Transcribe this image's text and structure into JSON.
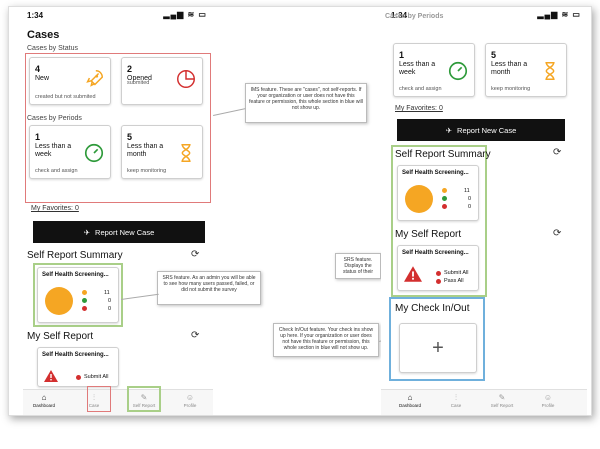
{
  "left": {
    "time": "1:34",
    "status_icons": "▂▄▆ ≋ ▭",
    "cases_title": "Cases",
    "by_status_label": "Cases by Status",
    "status_cards": [
      {
        "num": "4",
        "label": "New",
        "desc": "created but not submited"
      },
      {
        "num": "2",
        "label": "Opened",
        "desc": "submited"
      }
    ],
    "by_periods_label": "Cases by Periods",
    "period_cards": [
      {
        "num": "1",
        "label": "Less than a week",
        "desc": "check and assign"
      },
      {
        "num": "5",
        "label": "Less than a month",
        "desc": "keep monitoring"
      }
    ],
    "favorites": "My Favorites: 0",
    "report_button": "Report New Case",
    "self_report_summary": "Self Report Summary",
    "summary_card_title": "Self Health Screening...",
    "summary_values": [
      "11",
      "0",
      "0"
    ],
    "my_self_report": "My Self Report",
    "my_card_title": "Self Health Screening...",
    "my_card_status": "Submit All",
    "tabs": [
      "Dashboard",
      "Case",
      "Self Report",
      "Profile"
    ]
  },
  "right": {
    "time": "1:34",
    "header_partial": "Cases by Periods",
    "period_cards": [
      {
        "num": "1",
        "label": "Less than a week",
        "desc": "check and assign"
      },
      {
        "num": "5",
        "label": "Less than a month",
        "desc": "keep monitoring"
      }
    ],
    "favorites": "My Favorites: 0",
    "report_button": "Report New Case",
    "self_report_summary": "Self Report Summary",
    "summary_card_title": "Self Health Screening...",
    "summary_values": [
      "11",
      "0",
      "0"
    ],
    "my_self_report": "My Self Report",
    "my_card_title": "Self Health Screening...",
    "my_card_statuses": [
      "Submit All",
      "Pass All"
    ],
    "check_title": "My Check In/Out",
    "tabs": [
      "Dashboard",
      "Case",
      "Self Report",
      "Profile"
    ]
  },
  "callouts": {
    "ims": "IMS feature. These are \"cases\", not self-reports. If your organization or user does not have this feature or permission, this whole section in blue will not show up.",
    "srs_admin": "SRS feature. As an admin you will be able to see how many users passed, failed, or did not submit the survey",
    "srs_status": "SRS feature. Displays the status of their",
    "check": "Check In/Out feature. Your check ins show up here. If your organization or user does not have this feature or permission, this whole section in blue will not show up."
  },
  "colors": {
    "orange": "#f5a623",
    "green": "#2e9a3a",
    "red": "#d32f2f",
    "highlight_red": "#e07a7a",
    "highlight_green": "#a9cf88",
    "highlight_blue": "#6fb0dc"
  }
}
